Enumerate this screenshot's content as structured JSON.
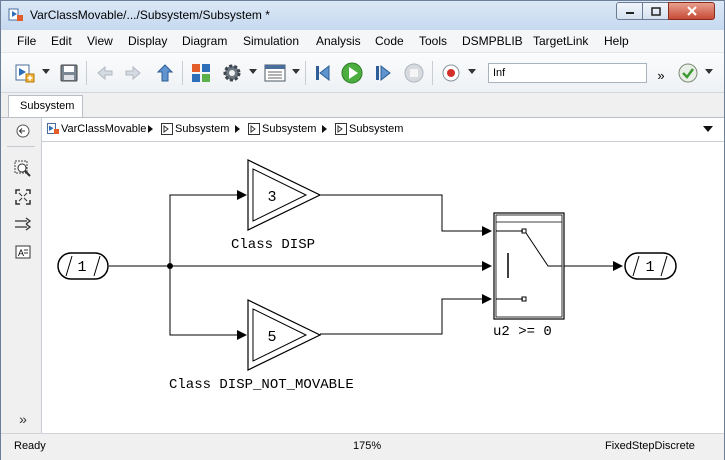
{
  "window": {
    "title": "VarClassMovable/.../Subsystem/Subsystem *"
  },
  "menu": [
    "File",
    "Edit",
    "View",
    "Display",
    "Diagram",
    "Simulation",
    "Analysis",
    "Code",
    "Tools",
    "DSMPBLIB",
    "TargetLink",
    "Help"
  ],
  "toolbar": {
    "stop_time": "Inf",
    "overflow": "»"
  },
  "tab": {
    "label": "Subsystem"
  },
  "breadcrumb": [
    "VarClassMovable",
    "Subsystem",
    "Subsystem",
    "Subsystem"
  ],
  "diagram": {
    "inport_number": "1",
    "outport_number": "1",
    "gain_top_value": "3",
    "gain_bottom_value": "5",
    "gain_top_label": "Class DISP",
    "gain_bottom_label": "Class DISP_NOT_MOVABLE",
    "switch_label": "u2 >= 0"
  },
  "leftbar": {
    "expand": "»"
  },
  "status": {
    "left": "Ready",
    "zoom": "175%",
    "solver": "FixedStepDiscrete"
  },
  "icons": [
    "app-icon",
    "new-model-icon",
    "save-icon",
    "back-icon",
    "forward-icon",
    "up-icon",
    "library-browser-icon",
    "settings-gear-icon",
    "model-explorer-icon",
    "step-back-icon",
    "run-icon",
    "step-forward-icon",
    "stop-icon",
    "record-icon",
    "check-icon",
    "zoom-icon",
    "fit-view-icon",
    "arrow-icon",
    "annotation-icon"
  ]
}
